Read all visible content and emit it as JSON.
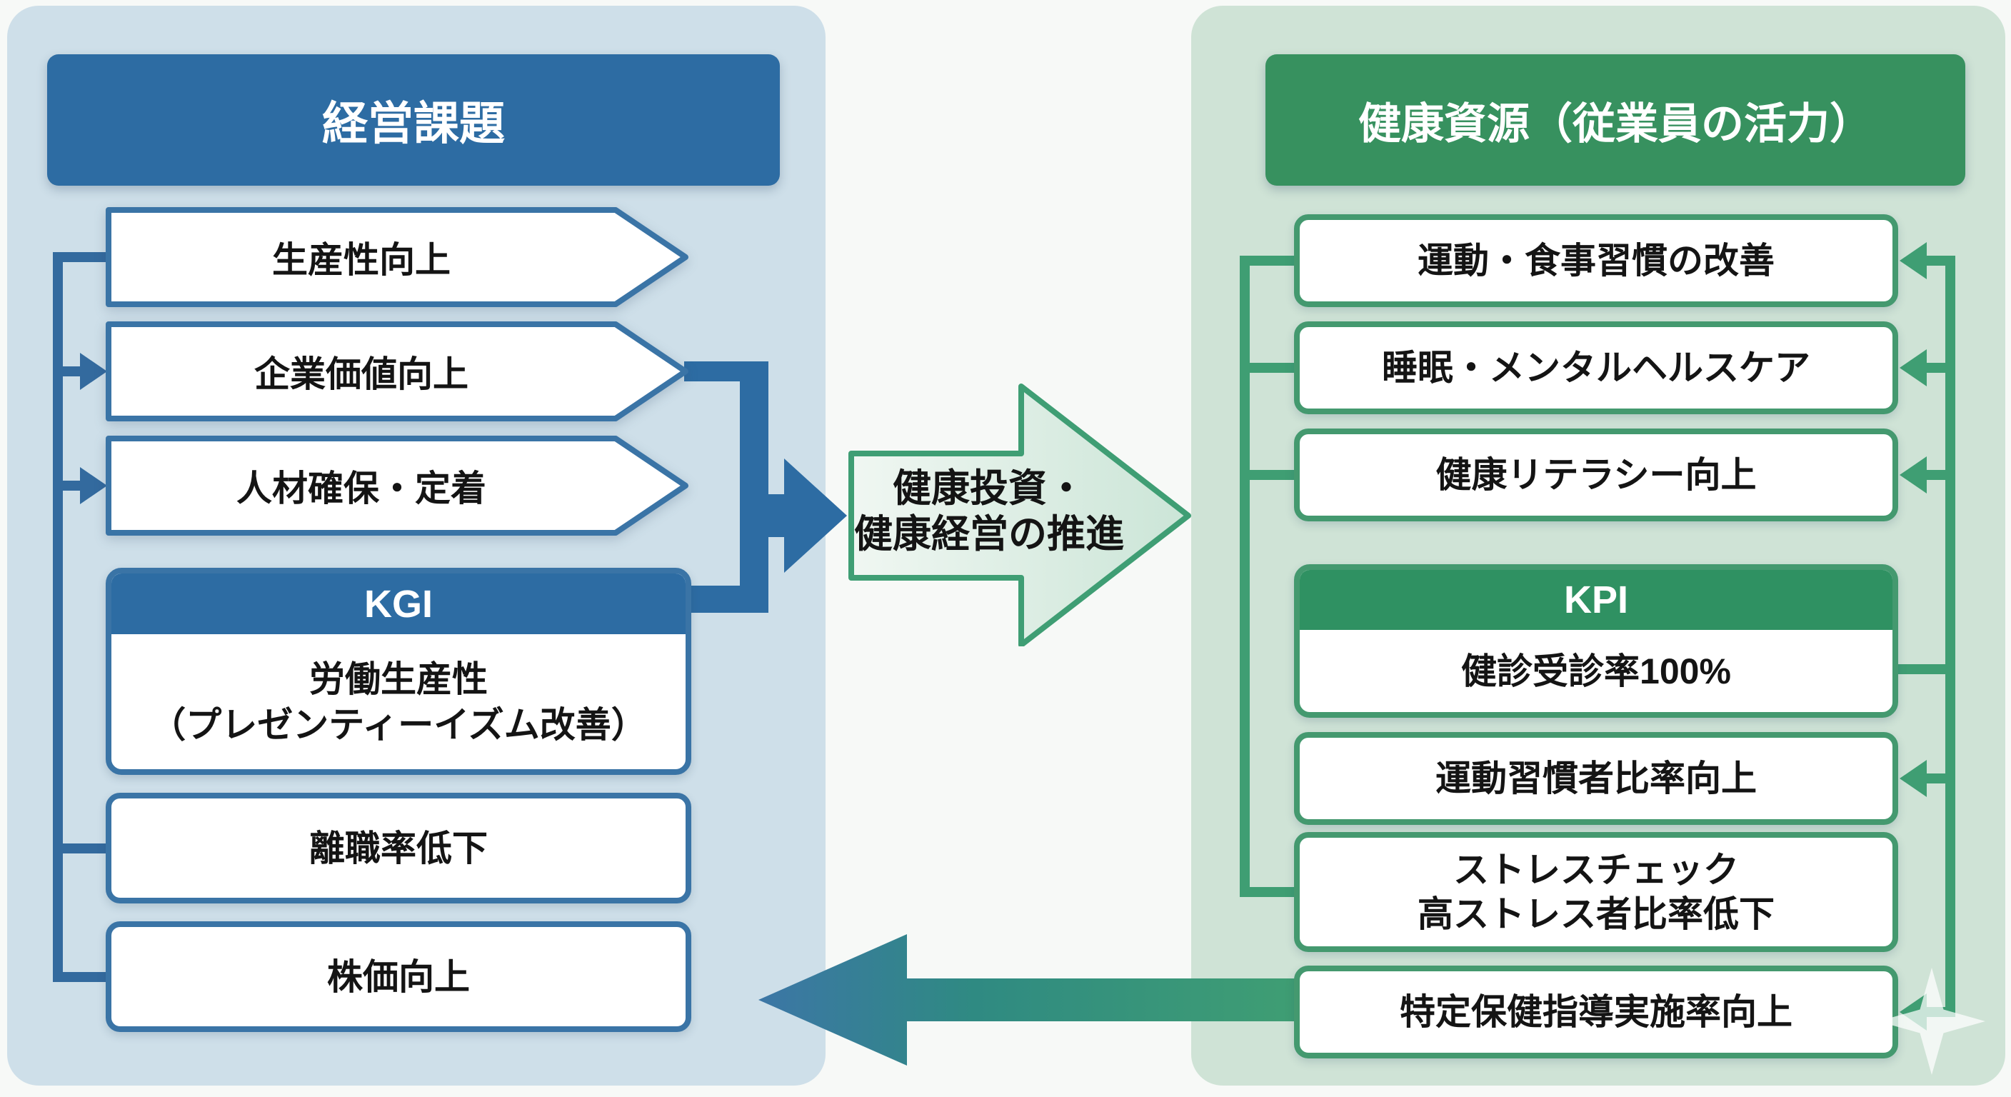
{
  "colors": {
    "canvas_bg": "#f7f9f7",
    "left_panel_bg": "#cedfe9",
    "blue_header": "#2d6ca3",
    "blue_box_border": "#3a74a6",
    "blue_connector": "#336a9e",
    "right_panel_bg": "#cfe3d6",
    "green_header": "#37915f",
    "kpi_header_bg": "#2f9162",
    "green_box_border": "#44996f",
    "green_connector": "#3f9e73",
    "promotion_arrow_fill_start": "#f0f7f2",
    "promotion_arrow_fill_end": "#cbe5d7",
    "feedback_arrow_start": "#3c76a6",
    "feedback_arrow_mid": "#2f8a82",
    "feedback_arrow_end": "#3f9e73",
    "text": "#141414"
  },
  "left_panel": {
    "header": "経営課題",
    "arrow_boxes": [
      {
        "label": "生産性向上"
      },
      {
        "label": "企業価値向上"
      },
      {
        "label": "人材確保・定着"
      }
    ],
    "kgi": {
      "title": "KGI",
      "line1": "労働生産性",
      "line2": "（プレゼンティーイズム改善）"
    },
    "outcome_boxes": [
      {
        "label": "離職率低下"
      },
      {
        "label": "株価向上"
      }
    ]
  },
  "center_arrow": {
    "line1": "健康投資・",
    "line2": "健康経営の推進"
  },
  "right_panel": {
    "header": "健康資源（従業員の活力）",
    "resource_boxes": [
      {
        "label": "運動・食事習慣の改善"
      },
      {
        "label": "睡眠・メンタルヘルスケア"
      },
      {
        "label": "健康リテラシー向上"
      }
    ],
    "kpi": {
      "title": "KPI",
      "content": "健診受診率100%"
    },
    "kpi_boxes": [
      {
        "label": "運動習慣者比率向上"
      },
      {
        "line1": "ストレスチェック",
        "line2": "高ストレス者比率低下"
      },
      {
        "label": "特定保健指導実施率向上"
      }
    ]
  }
}
